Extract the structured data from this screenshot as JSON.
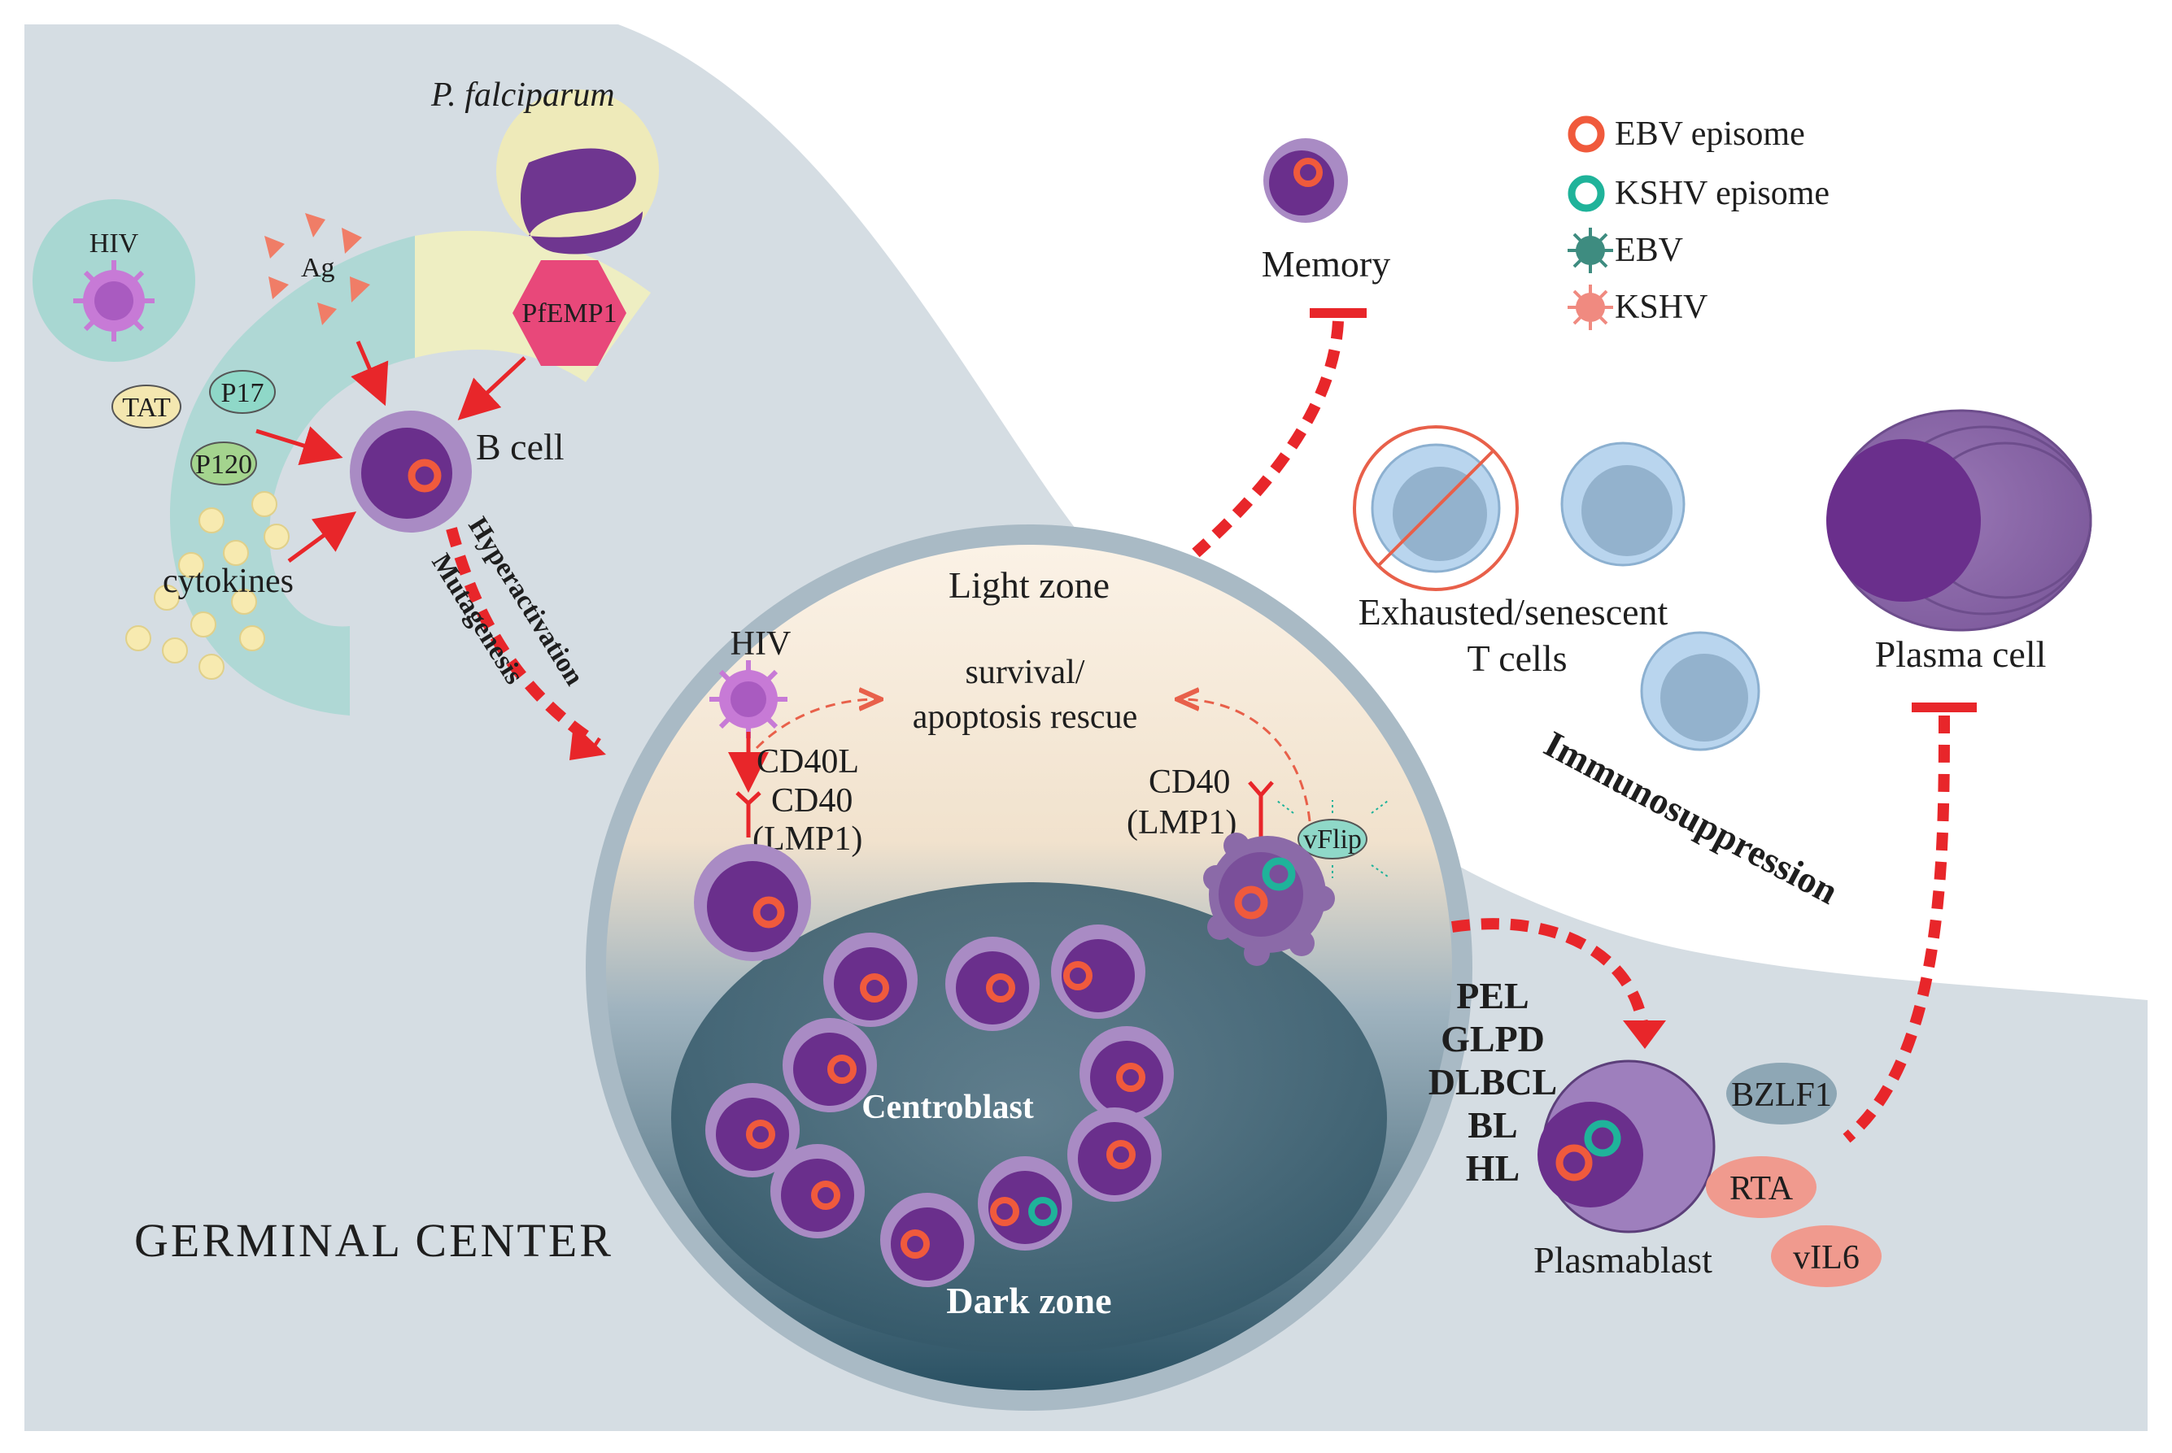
{
  "title": "GERMINAL CENTER",
  "legend": {
    "ebv_episome": "EBV episome",
    "kshv_episome": "KSHV episome",
    "ebv": "EBV",
    "kshv": "KSHV"
  },
  "left_panel": {
    "pathogen": "P. falciparum",
    "pfemp1": "PfEMP1",
    "hiv": "HIV",
    "ag": "Ag",
    "tat": "TAT",
    "p17": "P17",
    "p120": "P120",
    "cytokines": "cytokines",
    "b_cell": "B cell",
    "hyperactivation": "Hyperactivation",
    "mutagenesis": "Mutagenesis"
  },
  "germinal_circle": {
    "light_zone": "Light zone",
    "dark_zone": "Dark zone",
    "hiv": "HIV",
    "survival_line1": "survival/",
    "survival_line2": "apoptosis rescue",
    "cd40l": "CD40L",
    "cd40_left": "CD40",
    "lmp1_left": "(LMP1)",
    "cd40_right": "CD40",
    "lmp1_right": "(LMP1)",
    "vflip": "vFlip",
    "centroblast": "Centroblast"
  },
  "right_panel": {
    "memory": "Memory",
    "exhausted_line1": "Exhausted/senescent",
    "exhausted_line2": "T cells",
    "plasma_cell": "Plasma cell",
    "immunosuppression": "Immunosuppression",
    "lymphomas": [
      "PEL",
      "GLPD",
      "DLBCL",
      "BL",
      "HL"
    ],
    "plasmablast": "Plasmablast",
    "bzlf1": "BZLF1",
    "rta": "RTA",
    "vil6": "vIL6"
  },
  "colors": {
    "ebv_episome": "#f05a3c",
    "kshv_episome": "#1fb39a",
    "arrow_red": "#e8262a",
    "cell_purple": "#7a3f98",
    "background_gray": "#d5dde3"
  }
}
